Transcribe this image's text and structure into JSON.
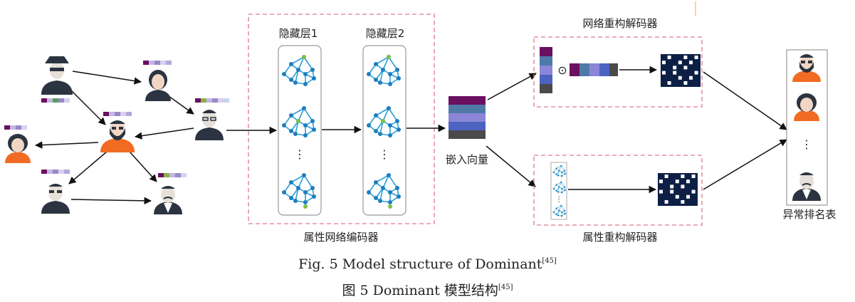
{
  "labels": {
    "hidden1": "隐藏层1",
    "hidden2": "隐藏层2",
    "encoder": "属性网络编码器",
    "embedding": "嵌入向量",
    "struct_decoder": "网络重构解码器",
    "attr_decoder": "属性重构解码器",
    "ranking": "异常排名表",
    "hadamard": "⊙",
    "vdots": "⋮"
  },
  "caption": {
    "en_main": "Fig. 5   Model structure of Dominant",
    "en_ref": "[45]",
    "zh_main": "图 5   Dominant 模型结构",
    "zh_ref": "[45]"
  },
  "colors": {
    "dash_border": "#e07a8a",
    "node": "#1d7ec1",
    "edge": "#2a9fd6",
    "highlight": "#7dc243",
    "orange": "#f26b22",
    "dark": "#2b3440",
    "emb_purple": "#6b0f5f",
    "emb_blue1": "#4f7aa8",
    "emb_lav": "#8b86d8",
    "emb_blue2": "#4d63c0",
    "emb_gray": "#4a4a4a",
    "matrix": "#0d1f45"
  },
  "icons": [
    "spy-user-icon",
    "female-user-icon",
    "glasses-user-icon",
    "bearded-user-icon",
    "girl-user-icon",
    "male-user-icon",
    "mustache-user-icon",
    "graph-icon",
    "matrix-icon"
  ]
}
